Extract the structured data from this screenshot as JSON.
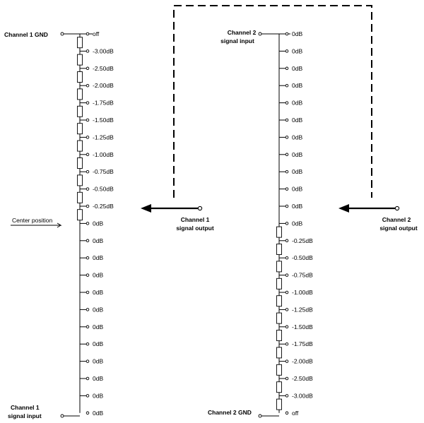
{
  "diagram": {
    "channel1": {
      "gnd_label": "Channel 1 GND",
      "input_label_line1": "Channel 1",
      "input_label_line2": "signal input",
      "output_label_line1": "Channel 1",
      "output_label_line2": "signal output",
      "center_label": "Center position",
      "taps": [
        "off",
        "-3.00dB",
        "-2.50dB",
        "-2.00dB",
        "-1.75dB",
        "-1.50dB",
        "-1.25dB",
        "-1.00dB",
        "-0.75dB",
        "-0.50dB",
        "-0.25dB",
        "0dB",
        "0dB",
        "0dB",
        "0dB",
        "0dB",
        "0dB",
        "0dB",
        "0dB",
        "0dB",
        "0dB",
        "0dB",
        "0dB"
      ],
      "resistor_segments": 11,
      "wiper_tap_index": 10
    },
    "channel2": {
      "input_label_line1": "Channel 2",
      "input_label_line2": "signal input",
      "gnd_label": "Channel 2 GND",
      "output_label_line1": "Channel 2",
      "output_label_line2": "signal output",
      "taps": [
        "0dB",
        "0dB",
        "0dB",
        "0dB",
        "0dB",
        "0dB",
        "0dB",
        "0dB",
        "0dB",
        "0dB",
        "0dB",
        "0dB",
        "-0.25dB",
        "-0.50dB",
        "-0.75dB",
        "-1.00dB",
        "-1.25dB",
        "-1.50dB",
        "-1.75dB",
        "-2.00dB",
        "-2.50dB",
        "-3.00dB",
        "off"
      ],
      "resistor_segments": 11,
      "wiper_tap_index": 10
    }
  }
}
